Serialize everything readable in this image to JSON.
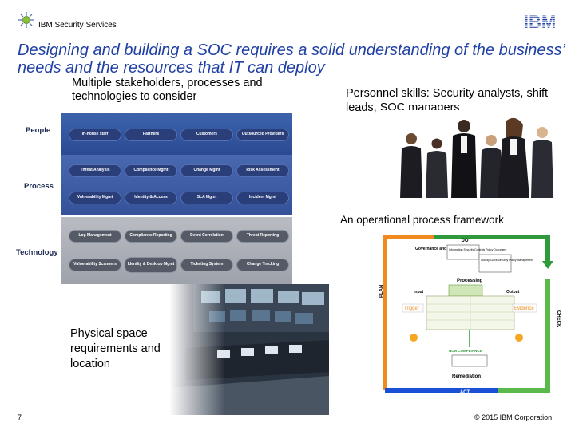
{
  "header": {
    "title": "IBM Security Services",
    "logo_text": "IBM"
  },
  "slide": {
    "title": "Designing and building a SOC requires a solid understanding of the business’ needs and the resources that IT can deploy",
    "stakeholders_caption": "Multiple stakeholders, processes and technologies to consider",
    "personnel_caption": "Personnel skills: Security analysts, shift leads, SOC managers",
    "framework_caption": "An operational process framework",
    "physical_caption": "Physical space requirements and location"
  },
  "diagram": {
    "row_labels": {
      "people": "People",
      "process": "Process",
      "technology": "Technology"
    },
    "people": [
      "In-house staff",
      "Partners",
      "Customers",
      "Outsourced Providers"
    ],
    "process_row1": [
      "Threat Analysis",
      "Compliance Mgmt",
      "Change Mgmt",
      "Risk Assessment"
    ],
    "process_row2": [
      "Vulnerability Mgmt",
      "Identity & Access",
      "SLA Mgmt",
      "Incident Mgmt"
    ],
    "tech_row1": [
      "Log Management",
      "Compliance Reporting",
      "Event Correlation",
      "Threat Reporting"
    ],
    "tech_row2": [
      "Vulnerability Scanners",
      "Identity & Desktop Mgmt",
      "Ticketing System",
      "Change Tracking"
    ]
  },
  "framework": {
    "do": "DO",
    "plan": "PLAN",
    "check": "CHECK",
    "act": "ACT",
    "governance": "Governance and Control",
    "information": "Information Security Controls Policy Document",
    "cloudy": "Cloudy Clock Security Policy Management",
    "processing": "Processing",
    "input": "Input",
    "output": "Output",
    "trigger": "Trigger",
    "evidence": "Evidence",
    "non_compliance": "NON COMPLIANCE",
    "remediation": "Remediation"
  },
  "footer": {
    "page": "7",
    "copyright": "© 2015 IBM Corporation"
  },
  "colors": {
    "title": "#1f3fa3",
    "do_green": "#2e9a3c",
    "plan_orange": "#f08a1e",
    "check_green": "#5bb84a",
    "act_blue": "#1a4fd6"
  }
}
